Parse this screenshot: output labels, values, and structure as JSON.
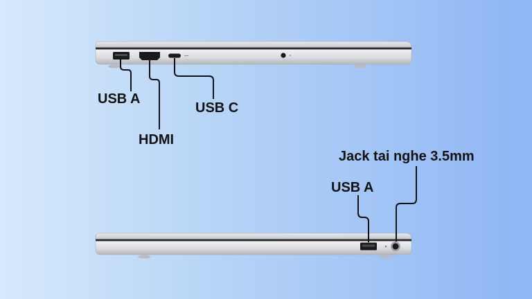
{
  "left_side_ports": {
    "usb_a_label": "USB A",
    "hdmi_label": "HDMI",
    "usb_c_label": "USB C"
  },
  "right_side_ports": {
    "jack_label": "Jack tai nghe 3.5mm",
    "usb_a_label": "USB A"
  },
  "colors": {
    "background_left": "#d6e9fb",
    "background_right": "#8fb6f5",
    "laptop_body": "#c9cacc",
    "port_black": "#1a1a1a",
    "label_text": "#111111"
  }
}
